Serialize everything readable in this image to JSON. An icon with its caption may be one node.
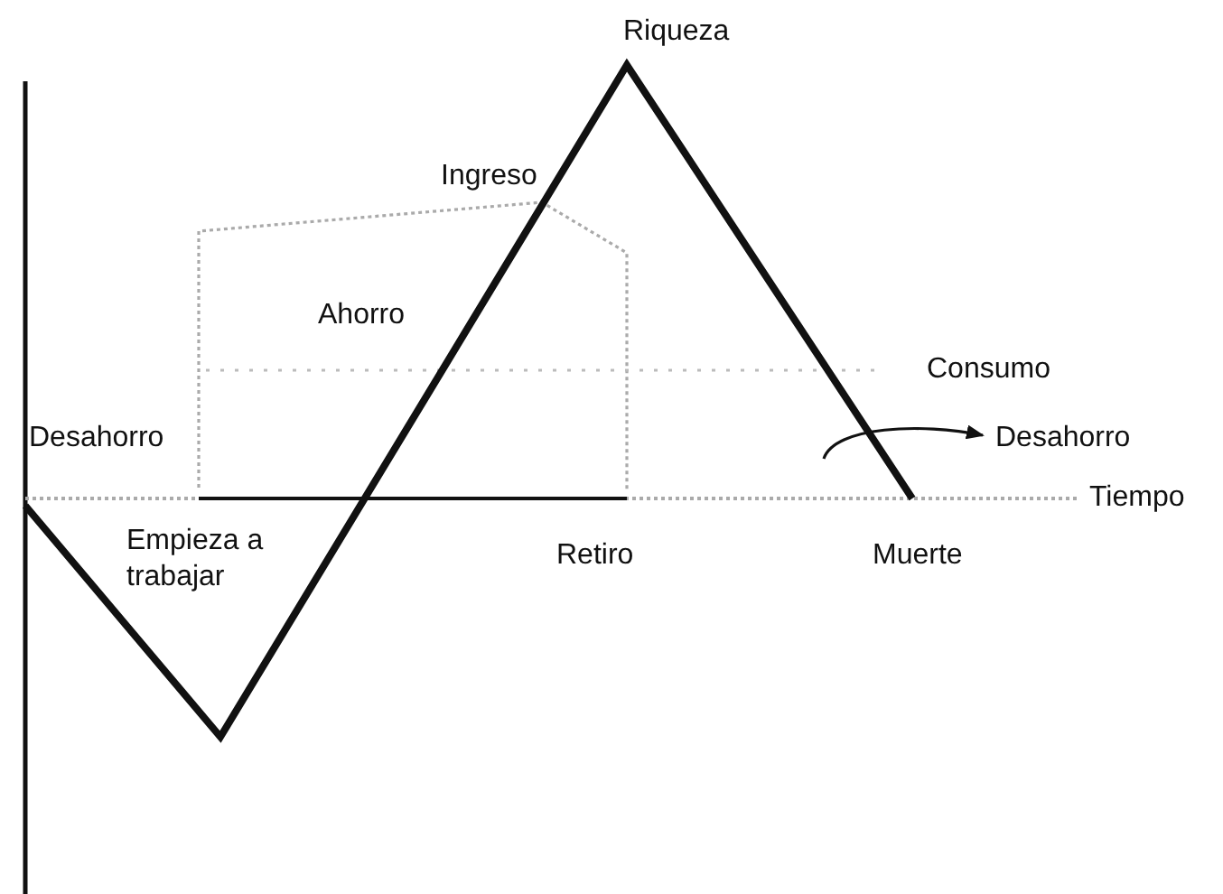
{
  "diagram": {
    "labels": [
      "Riqueza",
      "Ingreso",
      "Ahorro",
      "Consumo",
      "Desahorro",
      "Desahorro",
      "Tiempo",
      "Empieza a trabajar",
      "Retiro",
      "Muerte"
    ]
  }
}
